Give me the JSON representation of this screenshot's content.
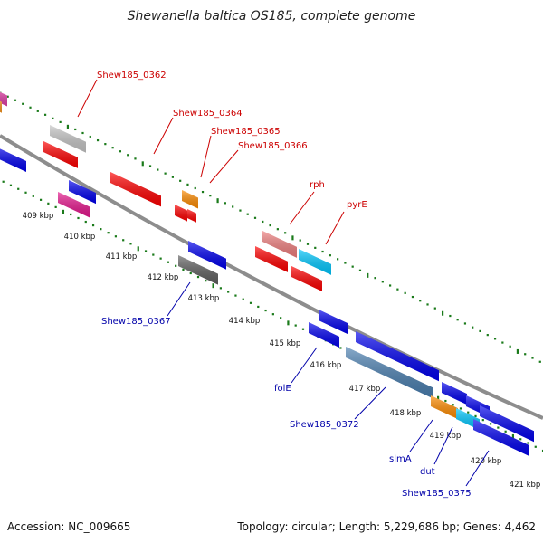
{
  "title": "Shewanella baltica OS185, complete genome",
  "footer": {
    "accession": "Accession: NC_009665",
    "summary": "Topology: circular; Length: 5,229,686 bp; Genes: 4,462"
  },
  "scale_labels": [
    "409 kbp",
    "410 kbp",
    "411 kbp",
    "412 kbp",
    "413 kbp",
    "414 kbp",
    "415 kbp",
    "416 kbp",
    "417 kbp",
    "418 kbp",
    "419 kbp",
    "420 kbp",
    "421 kbp"
  ],
  "colors": {
    "forward_label": "#cc0000",
    "reverse_label": "#0000aa",
    "backbone": "#888888",
    "tick": "#1a7a1a"
  },
  "labels_forward": [
    "Shew185_0362",
    "Shew185_0364",
    "Shew185_0365",
    "Shew185_0366",
    "rph",
    "pyrE"
  ],
  "labels_reverse": [
    "Shew185_0367",
    "folE",
    "Shew185_0372",
    "slmA",
    "dut",
    "Shew185_0375"
  ]
}
